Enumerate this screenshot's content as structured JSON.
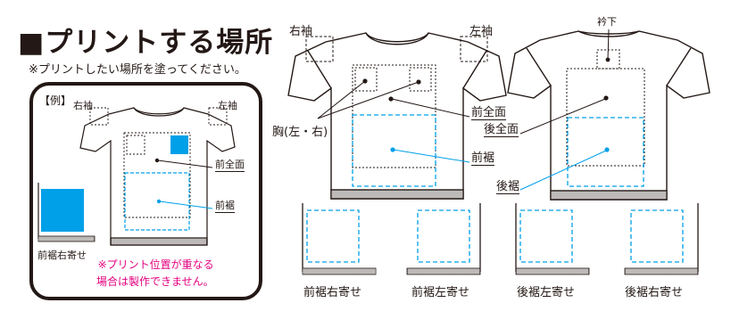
{
  "title": "■プリントする場所",
  "subtitle": "※プリントしたい場所を塗ってください。",
  "example": {
    "heading": "【例】",
    "right_sleeve": "右袖",
    "left_sleeve": "左袖",
    "front_full": "前全面",
    "front_hem": "前裾",
    "front_hem_right": "前裾右寄せ",
    "warning_line1": "※プリント位置が重なる",
    "warning_line2": "場合は製作できません。"
  },
  "front_shirt": {
    "right_sleeve": "右袖",
    "left_sleeve": "左袖",
    "chest": "胸(左・右)",
    "front_full": "前全面",
    "front_hem": "前裾"
  },
  "back_shirt": {
    "below_collar": "衿下",
    "back_full": "後全面",
    "back_hem": "後裾"
  },
  "hem_panels": [
    "前裾右寄せ",
    "前裾左寄せ",
    "後裾左寄せ",
    "後裾右寄せ"
  ],
  "colors": {
    "ink": "#231815",
    "accent_cyan": "#00a0e9",
    "warning_magenta": "#e4007f"
  }
}
